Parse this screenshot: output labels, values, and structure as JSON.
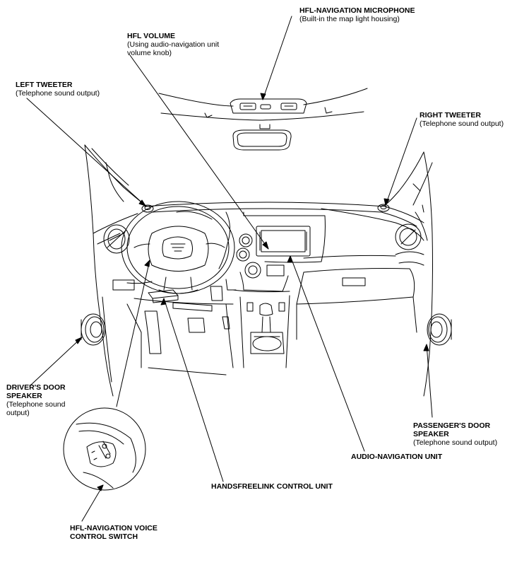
{
  "callouts": {
    "hfl_mic": {
      "title": "HFL-NAVIGATION MICROPHONE",
      "sub": [
        "(Built-in the map light housing)"
      ]
    },
    "hfl_volume": {
      "title": "HFL VOLUME",
      "sub": [
        "(Using audio-navigation unit",
        "volume knob)"
      ]
    },
    "left_tweeter": {
      "title": "LEFT TWEETER",
      "sub": [
        "(Telephone sound output)"
      ]
    },
    "right_tweeter": {
      "title": "RIGHT TWEETER",
      "sub": [
        "(Telephone sound output)"
      ]
    },
    "driver_door": {
      "title": [
        "DRIVER'S DOOR",
        "SPEAKER"
      ],
      "sub": [
        "(Telephone sound",
        "output)"
      ]
    },
    "passenger_door": {
      "title": [
        "PASSENGER'S DOOR",
        "SPEAKER"
      ],
      "sub": [
        "(Telephone sound output)"
      ]
    },
    "audio_nav": {
      "title": "AUDIO-NAVIGATION UNIT"
    },
    "hfl_control": {
      "title": "HANDSFREELINK CONTROL UNIT"
    },
    "voice_switch": {
      "title": [
        "HFL-NAVIGATION VOICE",
        "CONTROL SWITCH"
      ]
    }
  }
}
